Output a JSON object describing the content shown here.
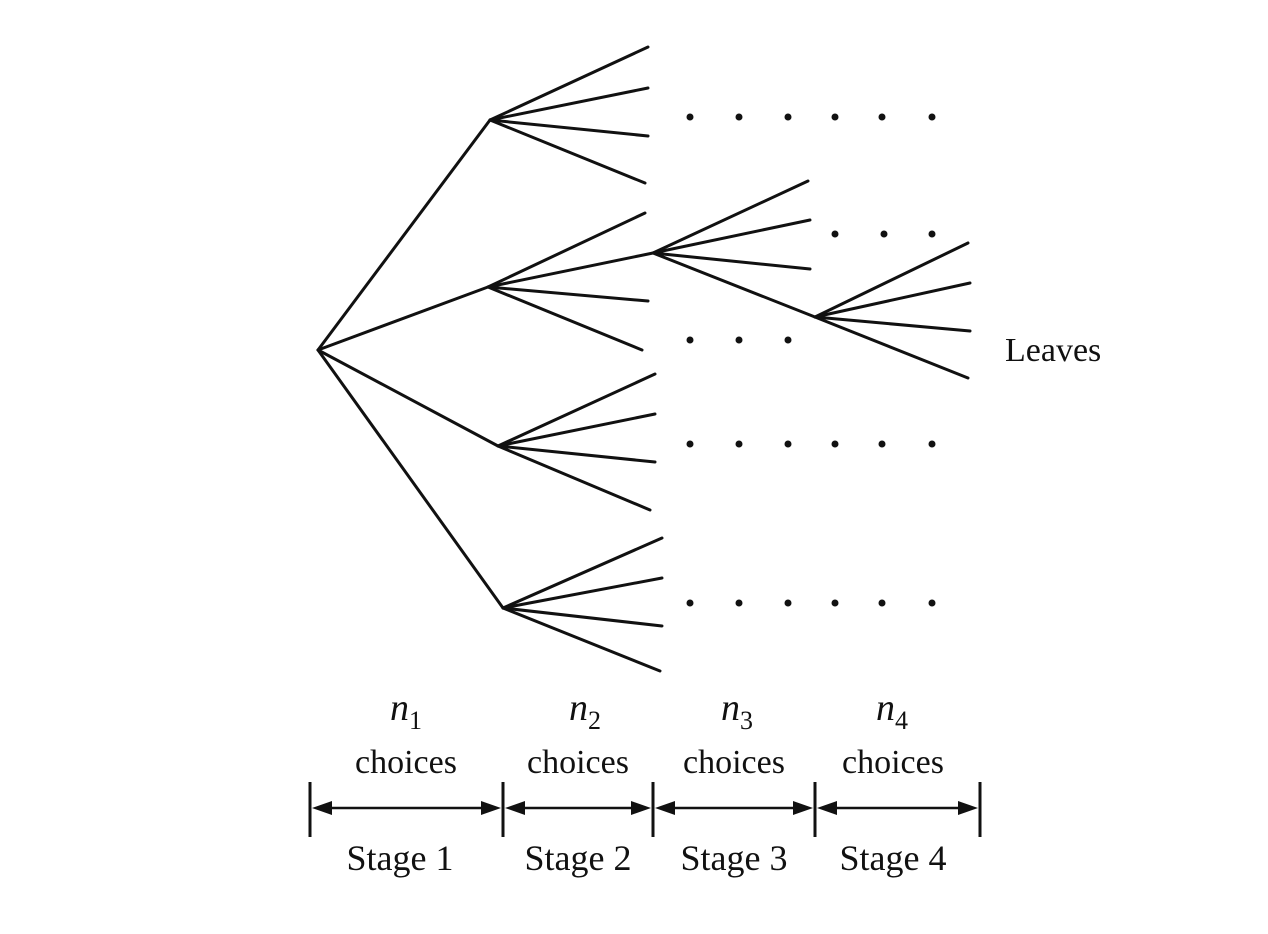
{
  "diagram": {
    "kind": "tree-diagram",
    "leaves_label": "Leaves",
    "stages": [
      {
        "var": "n",
        "sub": "1",
        "choices": "choices",
        "label": "Stage 1"
      },
      {
        "var": "n",
        "sub": "2",
        "choices": "choices",
        "label": "Stage 2"
      },
      {
        "var": "n",
        "sub": "3",
        "choices": "choices",
        "label": "Stage 3"
      },
      {
        "var": "n",
        "sub": "4",
        "choices": "choices",
        "label": "Stage 4"
      }
    ]
  }
}
